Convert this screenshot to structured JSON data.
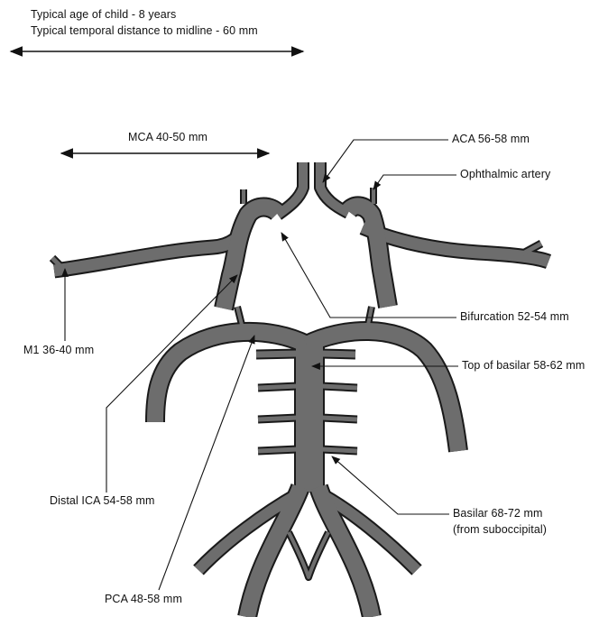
{
  "header": {
    "line1": "Typical age of child - 8 years",
    "line2": "Typical temporal distance to midline - 60 mm"
  },
  "labels": {
    "mca": "MCA 40-50 mm",
    "aca": "ACA 56-58 mm",
    "ophthalmic": "Ophthalmic artery",
    "bifurcation": "Bifurcation 52-54 mm",
    "top_basilar": "Top of basilar 58-62 mm",
    "m1": "M1 36-40 mm",
    "distal_ica": "Distal ICA 54-58 mm",
    "basilar_line1": "Basilar 68-72 mm",
    "basilar_line2": "(from suboccipital)",
    "pca": "PCA 48-58 mm"
  },
  "colors": {
    "vessel_fill": "#6d6d6d",
    "vessel_stroke": "#1a1a1a",
    "text": "#111111"
  }
}
